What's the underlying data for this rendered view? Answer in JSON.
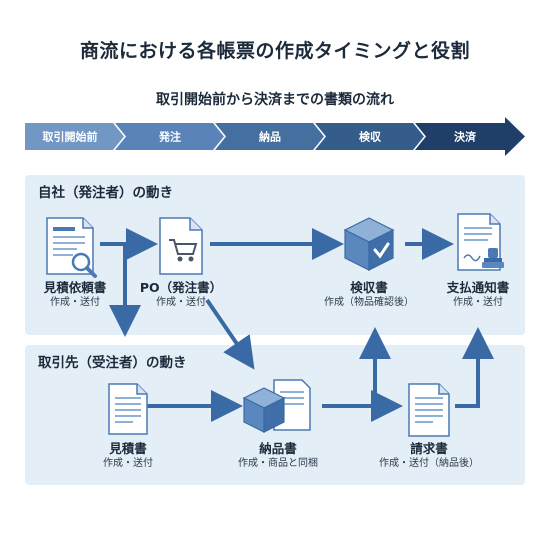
{
  "title": "商流における各帳票の作成タイミングと役割",
  "subtitle": "取引開始前から決済までの書類の流れ",
  "timeline": {
    "stages": [
      {
        "label": "取引開始前",
        "color": "#7397c4"
      },
      {
        "label": "発注",
        "color": "#5a83b7"
      },
      {
        "label": "納品",
        "color": "#456f9f"
      },
      {
        "label": "検収",
        "color": "#355d8c"
      },
      {
        "label": "決済",
        "color": "#1f3f68"
      }
    ]
  },
  "supplier": {
    "label": "自社（発注者）の動き",
    "nodes": [
      {
        "title": "見積依頼書",
        "sub": "作成・送付",
        "icon": "search-document-icon"
      },
      {
        "title": "PO（発注書）",
        "sub": "作成・送付",
        "icon": "cart-document-icon"
      },
      {
        "title": "検収書",
        "sub": "作成（物品確認後）",
        "icon": "checked-box-icon"
      },
      {
        "title": "支払通知書",
        "sub": "作成・送付",
        "icon": "stamped-document-icon"
      }
    ]
  },
  "receiver": {
    "label": "取引先（受注者）の動き",
    "nodes": [
      {
        "title": "見積書",
        "sub": "作成・送付",
        "icon": "document-icon"
      },
      {
        "title": "納品書",
        "sub": "作成・商品と同梱",
        "icon": "box-document-icon"
      },
      {
        "title": "請求書",
        "sub": "作成・送付（納品後）",
        "icon": "invoice-document-icon"
      }
    ]
  },
  "colors": {
    "arrow": "#3a6aa5",
    "panel": "#e4eef6",
    "icon_blue": "#4a79b3",
    "icon_light": "#8fb1d8"
  }
}
